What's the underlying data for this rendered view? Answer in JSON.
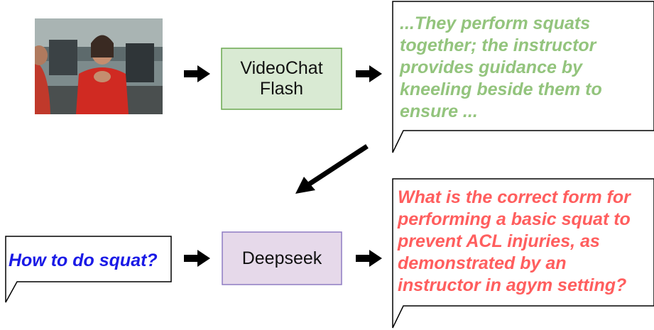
{
  "video_frame": {
    "description_icon": "gym-video-frame"
  },
  "model_videochat": {
    "label_line1": "VideoChat",
    "label_line2": "Flash"
  },
  "model_deepseek": {
    "label": "Deepseek"
  },
  "caption_bubble": {
    "text": "...They perform squats together; the instructor provides guidance by kneeling beside them to ensure ..."
  },
  "query_bubble": {
    "text": "What is the correct form for performing a basic squat to prevent ACL injuries, as demonstrated by an instructor in agym setting?"
  },
  "question_bubble": {
    "text": "How to do squat?"
  },
  "colors": {
    "videochat_fill": "#d9ead3",
    "videochat_border": "#6aa84f",
    "deepseek_fill": "#e6d9ea",
    "deepseek_border": "#8e7cc3",
    "caption_text": "#93c47d",
    "query_text": "#ff5e5e",
    "question_text": "#1a1ae6",
    "arrow": "#000000"
  }
}
